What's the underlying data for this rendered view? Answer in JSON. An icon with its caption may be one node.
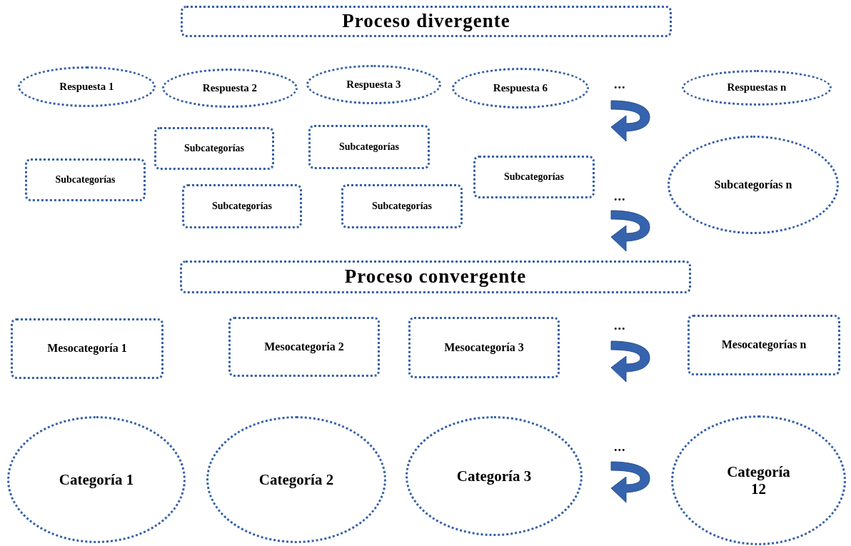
{
  "diagram": {
    "nodes": [
      {
        "text": [
          "Proceso divergente"
        ]
      },
      {
        "text": [
          "Respuesta 1"
        ]
      },
      {
        "text": [
          "Respuesta 2"
        ]
      },
      {
        "text": [
          "Respuesta 3"
        ]
      },
      {
        "text": [
          "Respuesta 6"
        ]
      },
      {
        "text": [
          "Respuestas n"
        ]
      },
      {
        "text": [
          "Subcategorías"
        ]
      },
      {
        "text": [
          "Subcategorías"
        ]
      },
      {
        "text": [
          "Subcategorías"
        ]
      },
      {
        "text": [
          "Subcategorías"
        ]
      },
      {
        "text": [
          "Subcategorías"
        ]
      },
      {
        "text": [
          "Subcategorías"
        ]
      },
      {
        "text": [
          "Subcategorías n"
        ]
      },
      {
        "text": [
          "Proceso convergente"
        ]
      },
      {
        "text": [
          "Mesocategoría 1"
        ]
      },
      {
        "text": [
          "Mesocategoría 2"
        ]
      },
      {
        "text": [
          "Mesocategoría 3"
        ]
      },
      {
        "text": [
          "Mesocategorías n"
        ]
      },
      {
        "text": [
          "Categoría 1"
        ]
      },
      {
        "text": [
          "Categoría 2"
        ]
      },
      {
        "text": [
          "Categoría 3"
        ]
      },
      {
        "text": [
          "Categoría 12"
        ]
      }
    ],
    "labels": [
      "...",
      "...",
      "...",
      "..."
    ]
  }
}
